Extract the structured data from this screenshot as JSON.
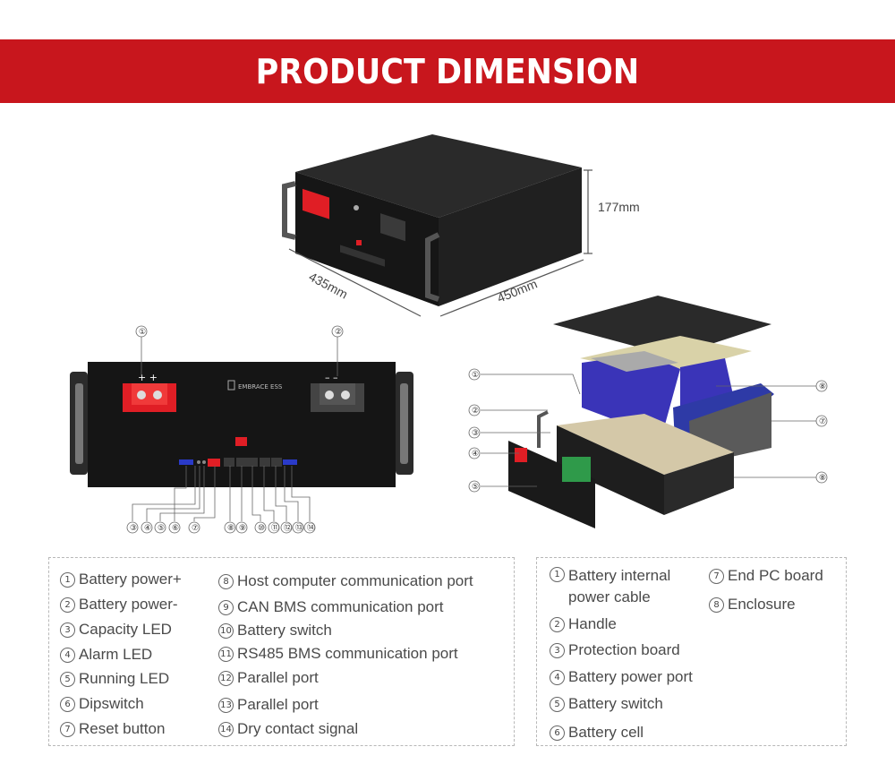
{
  "banner": {
    "title": "PRODUCT DIMENSION"
  },
  "dimensions": {
    "height": "177mm",
    "width": "435mm",
    "depth": "450mm"
  },
  "front_panel": {
    "brand": "EMBRACE ESS",
    "plus_signs": "+ +",
    "minus_signs": "– –",
    "top_callouts": [
      "①",
      "②"
    ],
    "bottom_callouts": [
      "③",
      "④",
      "⑤",
      "⑥",
      "⑦",
      "⑧",
      "⑨",
      "⑩",
      "⑪",
      "⑫",
      "⑬",
      "⑭"
    ]
  },
  "exploded": {
    "callouts": [
      "①",
      "②",
      "③",
      "④",
      "⑤",
      "⑥",
      "⑦",
      "⑧"
    ]
  },
  "legend_left": {
    "col1": [
      {
        "num": "1",
        "label": "Battery power+"
      },
      {
        "num": "2",
        "label": "Battery power-"
      },
      {
        "num": "3",
        "label": "Capacity LED"
      },
      {
        "num": "4",
        "label": "Alarm LED"
      },
      {
        "num": "5",
        "label": "Running LED"
      },
      {
        "num": "6",
        "label": "Dipswitch"
      },
      {
        "num": "7",
        "label": "Reset button"
      }
    ],
    "col2": [
      {
        "num": "8",
        "label": "Host computer communication port"
      },
      {
        "num": "9",
        "label": "CAN BMS communication port"
      },
      {
        "num": "10",
        "label": "Battery switch"
      },
      {
        "num": "11",
        "label": "RS485 BMS communication port"
      },
      {
        "num": "12",
        "label": "Parallel port"
      },
      {
        "num": "13",
        "label": "Parallel port"
      },
      {
        "num": "14",
        "label": "Dry contact signal"
      }
    ]
  },
  "legend_right": {
    "col1": [
      {
        "num": "1",
        "label": "Battery internal power cable"
      },
      {
        "num": "2",
        "label": "Handle"
      },
      {
        "num": "3",
        "label": "Protection board"
      },
      {
        "num": "4",
        "label": "Battery power port"
      },
      {
        "num": "5",
        "label": "Battery switch"
      },
      {
        "num": "6",
        "label": "Battery cell"
      }
    ],
    "col2": [
      {
        "num": "7",
        "label": "End PC board"
      },
      {
        "num": "8",
        "label": "Enclosure"
      }
    ]
  },
  "colors": {
    "banner": "#c8161d",
    "terminal_red": "#e01e25",
    "cell_blue": "#3a34b8",
    "body": "#1c1c1c"
  }
}
